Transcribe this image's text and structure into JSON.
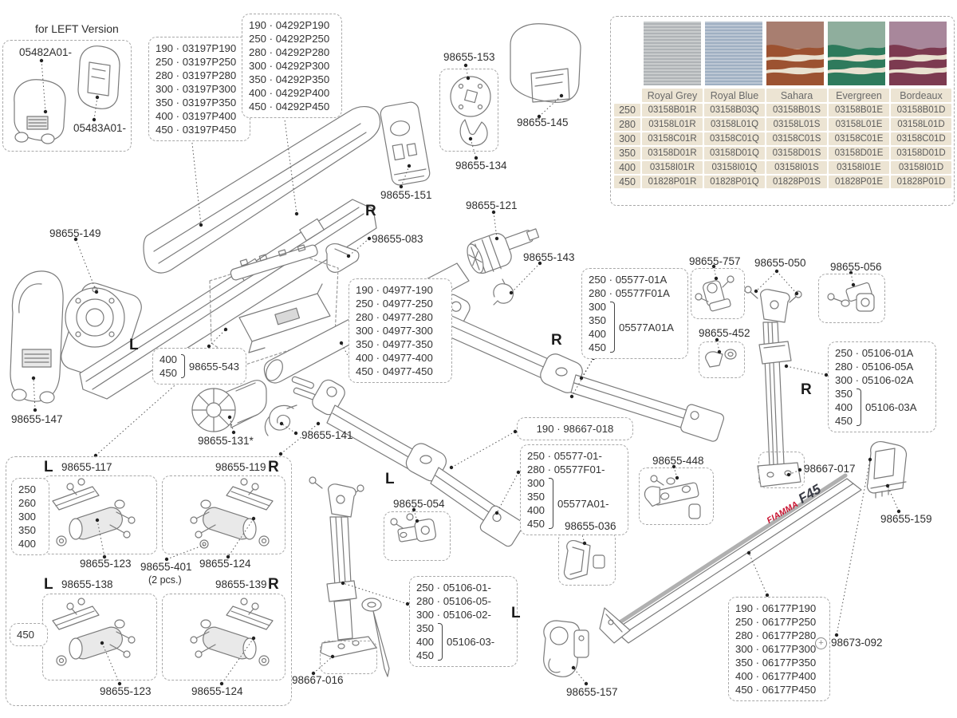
{
  "product": {
    "brand": "FIAMMA",
    "model": "F45"
  },
  "legend": {
    "left_version_title": "for LEFT Version",
    "left_marker": "L",
    "right_marker": "R",
    "plus": "+"
  },
  "callouts": {
    "c05482": "05482A01-",
    "c05483": "05483A01-",
    "c98655_149": "98655-149",
    "c98655_147": "98655-147",
    "c98655_153": "98655-153",
    "c98655_134": "98655-134",
    "c98655_151": "98655-151",
    "c98655_145": "98655-145",
    "c98655_121": "98655-121",
    "c98655_143": "98655-143",
    "c98655_083": "98655-083",
    "c98655_131": "98655-131*",
    "c98655_141": "98655-141",
    "c98655_757": "98655-757",
    "c98655_050": "98655-050",
    "c98655_056": "98655-056",
    "c98655_452": "98655-452",
    "c98655_448": "98655-448",
    "c98655_036": "98655-036",
    "c98655_054": "98655-054",
    "c98667_017": "98667-017",
    "c98655_159": "98655-159",
    "c98667_016": "98667-016",
    "c98655_157": "98655-157",
    "c98673_092": "98673-092",
    "c98655_117": "98655-117",
    "c98655_119": "98655-119",
    "c98655_138": "98655-138",
    "c98655_139": "98655-139",
    "c98655_123": "98655-123",
    "c98655_124": "98655-124",
    "c98655_401": "98655-401",
    "c98655_401_qty": "(2 pcs.)"
  },
  "part_lists": {
    "p03197": [
      "190 · 03197P190",
      "250 · 03197P250",
      "280 · 03197P280",
      "300 · 03197P300",
      "350 · 03197P350",
      "400 · 03197P400",
      "450 · 03197P450"
    ],
    "p04292": [
      "190 · 04292P190",
      "250 · 04292P250",
      "280 · 04292P280",
      "300 · 04292P300",
      "350 · 04292P350",
      "400 · 04292P400",
      "450 · 04292P450"
    ],
    "p04977": [
      "190 · 04977-190",
      "250 · 04977-250",
      "280 · 04977-280",
      "300 · 04977-300",
      "350 · 04977-350",
      "400 · 04977-400",
      "450 · 04977-450"
    ],
    "p06177": [
      "190 · 06177P190",
      "250 · 06177P250",
      "280 · 06177P280",
      "300 · 06177P300",
      "350 · 06177P350",
      "400 · 06177P400",
      "450 · 06177P450"
    ],
    "p98667_018": [
      "190 · 98667-018"
    ],
    "p05577A": {
      "rows": [
        "250 · 05577-01A",
        "280 · 05577F01A"
      ],
      "bracket": {
        "sizes": [
          "300",
          "350",
          "400",
          "450"
        ],
        "code": "05577A01A"
      }
    },
    "p05577": {
      "rows": [
        "250 · 05577-01-",
        "280 · 05577F01-"
      ],
      "bracket": {
        "sizes": [
          "300",
          "350",
          "400",
          "450"
        ],
        "code": "05577A01-"
      }
    },
    "p05106A": {
      "rows": [
        "250 · 05106-01A",
        "280 · 05106-05A",
        "300 · 05106-02A"
      ],
      "bracket": {
        "sizes": [
          "350",
          "400",
          "450"
        ],
        "code": "05106-03A"
      }
    },
    "p05106": {
      "rows": [
        "250 · 05106-01-",
        "280 · 05106-05-",
        "300 · 05106-02-"
      ],
      "bracket": {
        "sizes": [
          "350",
          "400",
          "450"
        ],
        "code": "05106-03-"
      }
    },
    "p98655_543": {
      "bracket": {
        "sizes": [
          "400",
          "450"
        ],
        "code": "98655-543"
      }
    },
    "sizes_small": [
      "250",
      "260",
      "300",
      "350",
      "400"
    ],
    "sizes_450": [
      "450"
    ]
  },
  "fabric_table": {
    "columns": [
      "Royal Grey",
      "Royal Blue",
      "Sahara",
      "Evergreen",
      "Bordeaux"
    ],
    "rows": [
      {
        "size": "250",
        "codes": [
          "03158B01R",
          "03158B03Q",
          "03158B01S",
          "03158B01E",
          "03158B01D"
        ]
      },
      {
        "size": "280",
        "codes": [
          "03158L01R",
          "03158L01Q",
          "03158L01S",
          "03158L01E",
          "03158L01D"
        ]
      },
      {
        "size": "300",
        "codes": [
          "03158C01R",
          "03158C01Q",
          "03158C01S",
          "03158C01E",
          "03158C01D"
        ]
      },
      {
        "size": "350",
        "codes": [
          "03158D01R",
          "03158D01Q",
          "03158D01S",
          "03158D01E",
          "03158D01D"
        ]
      },
      {
        "size": "400",
        "codes": [
          "03158I01R",
          "03158I01Q",
          "03158I01S",
          "03158I01E",
          "03158I01D"
        ]
      },
      {
        "size": "450",
        "codes": [
          "01828P01R",
          "01828P01Q",
          "01828P01S",
          "01828P01E",
          "01828P01D"
        ]
      }
    ],
    "swatches": {
      "royal_grey": {
        "style": "stripes",
        "light": "#c9cccd",
        "dark": "#afb3b6"
      },
      "royal_blue": {
        "style": "stripes",
        "light": "#bcc7d4",
        "dark": "#9fafc2"
      },
      "sahara": {
        "style": "waves",
        "top": "#a87e70",
        "wave": "#9c5231",
        "base": "#e9e1d0"
      },
      "evergreen": {
        "style": "waves",
        "top": "#8fae9d",
        "wave": "#2e7a5c",
        "base": "#e9e1d0"
      },
      "bordeaux": {
        "style": "waves",
        "top": "#a8879b",
        "wave": "#7c3a50",
        "base": "#e9e1d0"
      }
    }
  },
  "colors": {
    "table_cell_bg": "#ece4d3",
    "table_text": "#5a5a5a",
    "brand_red": "#c8102e",
    "line_art": "#7b7b7b",
    "dashed_border": "#a8a8a8"
  }
}
